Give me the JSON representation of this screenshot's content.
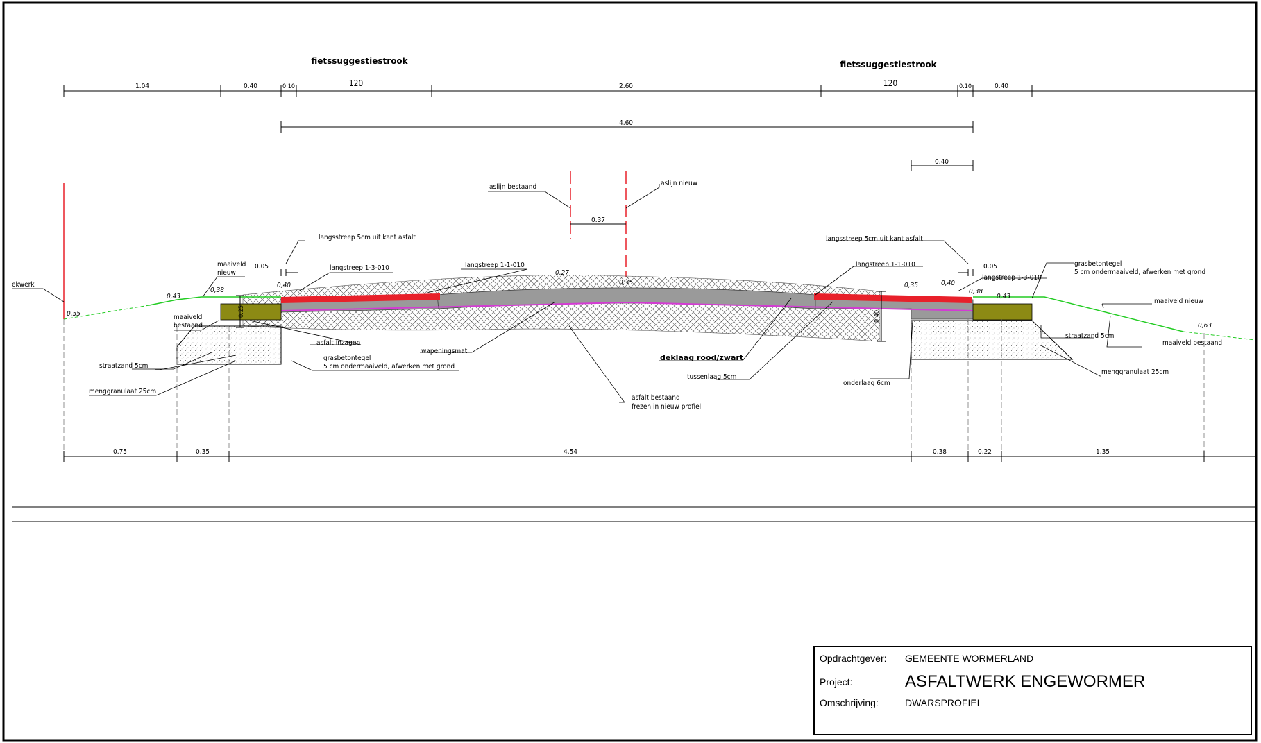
{
  "headings": {
    "left_strip": "fietssuggestiestrook",
    "right_strip": "fietssuggestiestrook"
  },
  "dims_top": {
    "d1": "1.04",
    "d2": "0.40",
    "d3": "0.10",
    "d4": "120",
    "d5": "2.60",
    "d6": "120",
    "d7": "0.10",
    "d8": "0.40",
    "total": "4.60",
    "right_040": "0.40",
    "axis_offset": "0.37",
    "left_005": "0.05",
    "right_005": "0.05",
    "depth_left": "0.25",
    "depth_right": "0.40"
  },
  "dims_bottom": {
    "b1": "0.75",
    "b2": "0.35",
    "b3": "4.54",
    "b4": "0.38",
    "b5": "0.22",
    "b6": "1.35"
  },
  "levels": {
    "l055": "0,55",
    "l043_left": "0,43",
    "l038_left": "0,38",
    "l040_left": "0,40",
    "l027": "0,27",
    "l035_center": "0,35",
    "l035_right": "0,35",
    "l040_right": "0,40",
    "l038_right": "0,38",
    "l043_right": "0,43",
    "l063": "0,63"
  },
  "labels": {
    "ekwerk": "ekwerk",
    "maaiveld_nieuw_l1": "maaiveld",
    "maaiveld_nieuw_l2": "nieuw",
    "maaiveld_bestaand_l1": "maaiveld",
    "maaiveld_bestaand_l2": "bestaand",
    "asfalt_inzagen": "asfalt inzagen",
    "straatzand_left": "straatzand 5cm",
    "grasbetontegel_left_l1": "grasbetontegel",
    "grasbetontegel_left_l2": "5 cm ondermaaiveld, afwerken met grond",
    "menggranulaat_left": "menggranulaat 25cm",
    "langsstreep_kant_left": "langsstreep 5cm uit kant asfalt",
    "langstreep_left": "langstreep 1-3-010",
    "langstreep_mid_left": "langstreep 1-1-010",
    "aslijn_bestaand": "aslijn bestaand",
    "aslijn_nieuw": "aslijn nieuw",
    "wapeningsmat": "wapeningsmat",
    "asfalt_bestaand_l1": "asfalt bestaand",
    "asfalt_bestaand_l2": "frezen in nieuw profiel",
    "deklaag": "deklaag rood/zwart",
    "tussenlaag": "tussenlaag 5cm",
    "onderlaag": "onderlaag 6cm",
    "langsstreep_kant_right": "langsstreep 5cm uit kant asfalt",
    "langstreep_mid_right": "langstreep 1-1-010",
    "langstreep_right": "langstreep 1-3-010",
    "grasbetontegel_right_l1": "grasbetontegel",
    "grasbetontegel_right_l2": "5 cm ondermaaiveld, afwerken met grond",
    "maaiveld_nieuw_right": "maaiveld nieuw",
    "straatzand_right": "straatzand 5cm",
    "maaiveld_bestaand_right": "maaiveld bestaand",
    "menggranulaat_right": "menggranulaat 25cm"
  },
  "title_block": {
    "client_label": "Opdrachtgever:",
    "client_value": "GEMEENTE WORMERLAND",
    "project_label": "Project:",
    "project_value": "ASFALTWERK ENGEWORMER",
    "description_label": "Omschrijving:",
    "description_value": "DWARSPROFIEL"
  },
  "colors": {
    "deklaag_red": "#e8202a",
    "magenta_line": "#d43bd4",
    "maaiveld_green": "#22cc22",
    "grasbeton_olive": "#8c8a14",
    "asphalt_gray": "#9a9a9a",
    "axis_red": "#e8202a"
  }
}
